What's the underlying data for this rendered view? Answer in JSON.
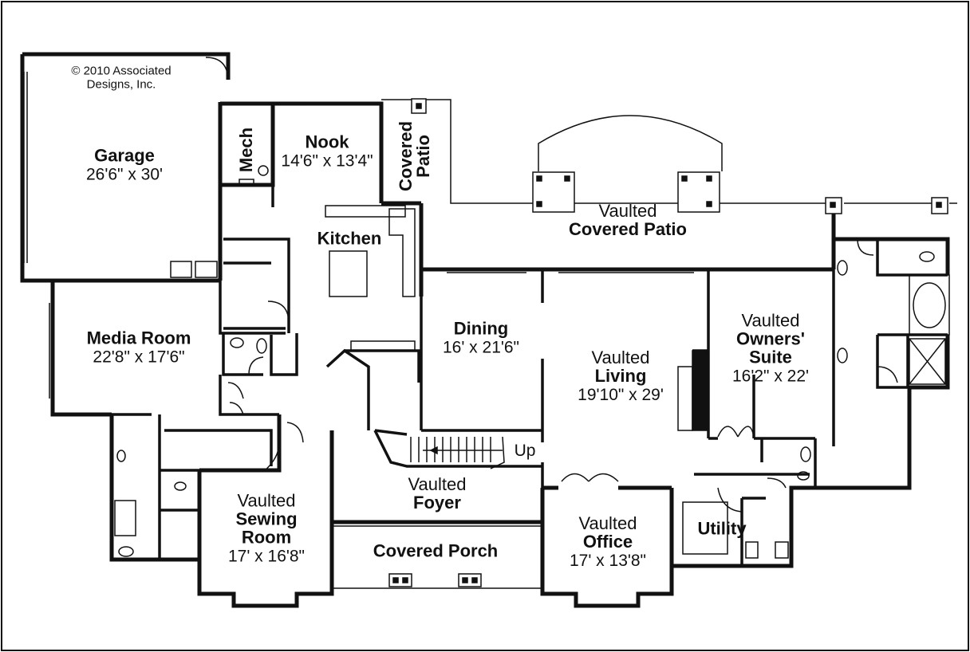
{
  "copyright": {
    "line1": "© 2010 Associated",
    "line2": "Designs, Inc."
  },
  "rooms": {
    "garage": {
      "name": "Garage",
      "dims": "26'6\" x 30'"
    },
    "mech": {
      "name": "Mech"
    },
    "nook": {
      "name": "Nook",
      "dims": "14'6\" x 13'4\""
    },
    "covered_patio_small": {
      "line1": "Covered",
      "line2": "Patio"
    },
    "vaulted_covered_patio": {
      "line1": "Vaulted",
      "line2": "Covered Patio"
    },
    "kitchen": {
      "name": "Kitchen"
    },
    "media_room": {
      "name": "Media Room",
      "dims": "22'8\" x 17'6\""
    },
    "dining": {
      "name": "Dining",
      "dims": "16' x 21'6\""
    },
    "living": {
      "line1": "Vaulted",
      "line2": "Living",
      "dims": "19'10\" x 29'"
    },
    "owners_suite": {
      "line1": "Vaulted",
      "line2": "Owners'",
      "line3": "Suite",
      "dims": "16'2\" x 22'"
    },
    "sewing_room": {
      "line1": "Vaulted",
      "line2": "Sewing",
      "line3": "Room",
      "dims": "17' x 16'8\""
    },
    "foyer": {
      "line1": "Vaulted",
      "line2": "Foyer"
    },
    "covered_porch": {
      "name": "Covered Porch"
    },
    "office": {
      "line1": "Vaulted",
      "line2": "Office",
      "dims": "17' x 13'8\""
    },
    "utility": {
      "name": "Utility"
    }
  },
  "stair_label": "Up"
}
